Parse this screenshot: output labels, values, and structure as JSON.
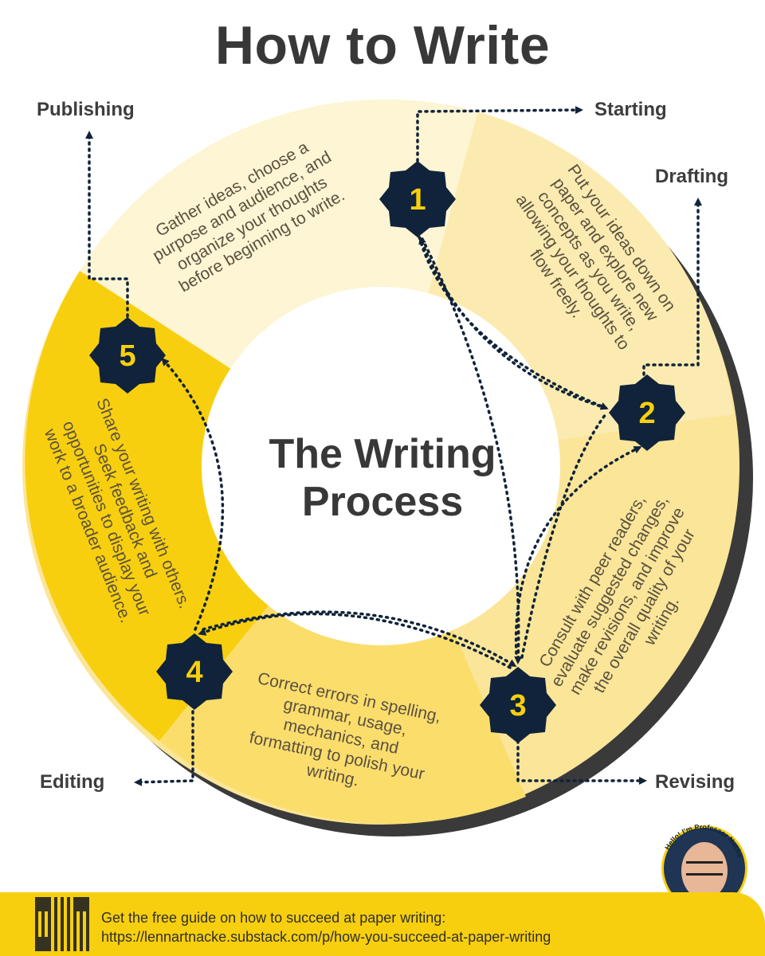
{
  "title": "How to Write",
  "center_title_line1": "The Writing",
  "center_title_line2": "Process",
  "stages": [
    {
      "number": "1",
      "label": "Starting",
      "description": "Gather ideas, choose a purpose and audience, and organize your thoughts before beginning to write."
    },
    {
      "number": "2",
      "label": "Drafting",
      "description": "Put your ideas down on paper and explore new concepts as you write, allowing your thoughts to flow freely."
    },
    {
      "number": "3",
      "label": "Revising",
      "description": "Consult with peer readers, evaluate suggested changes, make revisions, and improve the overall quality of your writing."
    },
    {
      "number": "4",
      "label": "Editing",
      "description": "Correct errors in spelling, grammar, usage, mechanics, and formatting to polish your writing."
    },
    {
      "number": "5",
      "label": "Publishing",
      "description": "Share your writing with others. Seek feedback and opportunities to display your work to a broader audience."
    }
  ],
  "badge_text": "Hello! I'm Professor Nacke",
  "footer": {
    "line1": "Get the free guide on how to succeed at paper writing:",
    "line2": "https://lennartnacke.substack.com/p/how-you-succeed-at-paper-writing"
  },
  "colors": {
    "accent_yellow": "#f8cf0e",
    "light_yellow": "#fdf3c7",
    "mid_yellow": "#fbe598",
    "navy": "#10233a",
    "shadow": "#3a3a3a"
  }
}
